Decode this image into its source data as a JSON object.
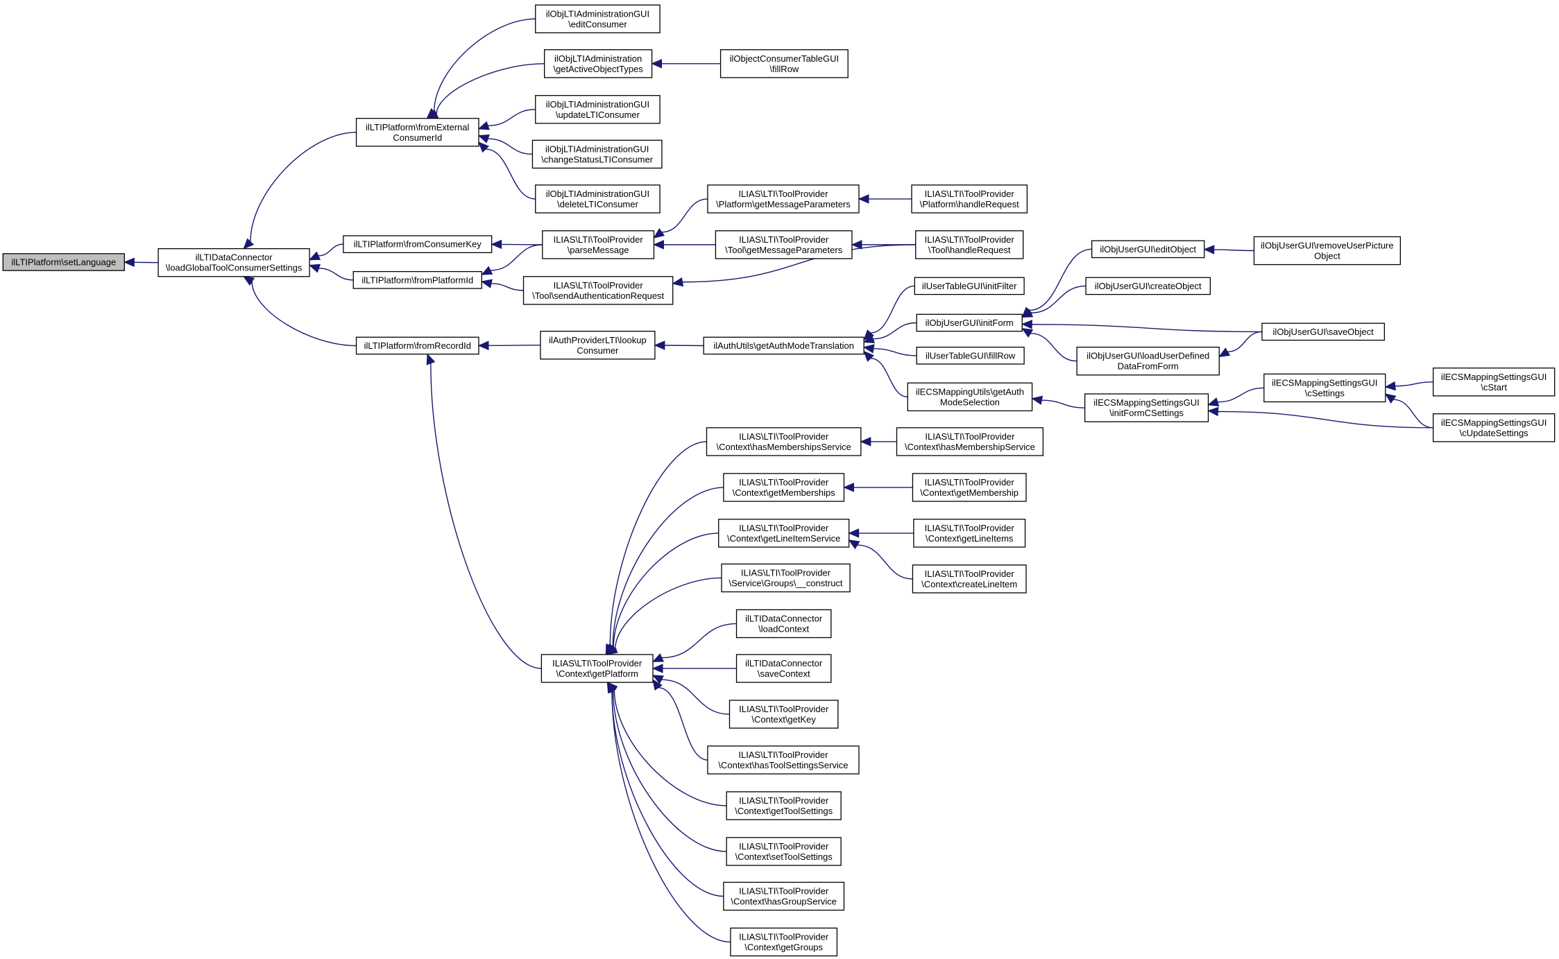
{
  "colors": {
    "edge": "#191970",
    "node_border": "#000000",
    "node_fill": "#ffffff",
    "root_fill": "#bfbfbf"
  },
  "nodes": {
    "setLanguage": {
      "lines": [
        "ilLTIPlatform\\setLanguage"
      ]
    },
    "loadGlobal": {
      "lines": [
        "ilLTIDataConnector",
        "\\loadGlobalToolConsumerSettings"
      ]
    },
    "fromExternal": {
      "lines": [
        "ilLTIPlatform\\fromExternal",
        "ConsumerId"
      ]
    },
    "fromConsumerKey": {
      "lines": [
        "ilLTIPlatform\\fromConsumerKey"
      ]
    },
    "fromPlatformId": {
      "lines": [
        "ilLTIPlatform\\fromPlatformId"
      ]
    },
    "fromRecordId": {
      "lines": [
        "ilLTIPlatform\\fromRecordId"
      ]
    },
    "editConsumer": {
      "lines": [
        "ilObjLTIAdministrationGUI",
        "\\editConsumer"
      ]
    },
    "getActiveObjectTypes": {
      "lines": [
        "ilObjLTIAdministration",
        "\\getActiveObjectTypes"
      ]
    },
    "fillRowConsumer": {
      "lines": [
        "ilObjectConsumerTableGUI",
        "\\fillRow"
      ]
    },
    "updateLTIConsumer": {
      "lines": [
        "ilObjLTIAdministrationGUI",
        "\\updateLTIConsumer"
      ]
    },
    "changeStatus": {
      "lines": [
        "ilObjLTIAdministrationGUI",
        "\\changeStatusLTIConsumer"
      ]
    },
    "deleteLTI": {
      "lines": [
        "ilObjLTIAdministrationGUI",
        "\\deleteLTIConsumer"
      ]
    },
    "parseMessage": {
      "lines": [
        "ILIAS\\LTI\\ToolProvider",
        "\\parseMessage"
      ]
    },
    "platformGetMsg": {
      "lines": [
        "ILIAS\\LTI\\ToolProvider",
        "\\Platform\\getMessageParameters"
      ]
    },
    "platformHandle": {
      "lines": [
        "ILIAS\\LTI\\ToolProvider",
        "\\Platform\\handleRequest"
      ]
    },
    "toolGetMsg": {
      "lines": [
        "ILIAS\\LTI\\ToolProvider",
        "\\Tool\\getMessageParameters"
      ]
    },
    "toolHandle": {
      "lines": [
        "ILIAS\\LTI\\ToolProvider",
        "\\Tool\\handleRequest"
      ]
    },
    "sendAuth": {
      "lines": [
        "ILIAS\\LTI\\ToolProvider",
        "\\Tool\\sendAuthenticationRequest"
      ]
    },
    "lookupConsumer": {
      "lines": [
        "ilAuthProviderLTI\\lookup",
        "Consumer"
      ]
    },
    "getAuthMode": {
      "lines": [
        "ilAuthUtils\\getAuthModeTranslation"
      ]
    },
    "initFilter": {
      "lines": [
        "ilUserTableGUI\\initFilter"
      ]
    },
    "initForm": {
      "lines": [
        "ilObjUserGUI\\initForm"
      ]
    },
    "fillRowUser": {
      "lines": [
        "ilUserTableGUI\\fillRow"
      ]
    },
    "ecsUtils": {
      "lines": [
        "ilECSMappingUtils\\getAuth",
        "ModeSelection"
      ]
    },
    "editObject": {
      "lines": [
        "ilObjUserGUI\\editObject"
      ]
    },
    "removeUserPicture": {
      "lines": [
        "ilObjUserGUI\\removeUserPicture",
        "Object"
      ]
    },
    "createObject": {
      "lines": [
        "ilObjUserGUI\\createObject"
      ]
    },
    "saveObject": {
      "lines": [
        "ilObjUserGUI\\saveObject"
      ]
    },
    "loadUserDefined": {
      "lines": [
        "ilObjUserGUI\\loadUserDefined",
        "DataFromForm"
      ]
    },
    "initFormCSettings": {
      "lines": [
        "ilECSMappingSettingsGUI",
        "\\initFormCSettings"
      ]
    },
    "cSettings": {
      "lines": [
        "ilECSMappingSettingsGUI",
        "\\cSettings"
      ]
    },
    "cStart": {
      "lines": [
        "ilECSMappingSettingsGUI",
        "\\cStart"
      ]
    },
    "cUpdateSettings": {
      "lines": [
        "ilECSMappingSettingsGUI",
        "\\cUpdateSettings"
      ]
    },
    "getPlatform": {
      "lines": [
        "ILIAS\\LTI\\ToolProvider",
        "\\Context\\getPlatform"
      ]
    },
    "hasMembershipsService": {
      "lines": [
        "ILIAS\\LTI\\ToolProvider",
        "\\Context\\hasMembershipsService"
      ]
    },
    "hasMembershipService": {
      "lines": [
        "ILIAS\\LTI\\ToolProvider",
        "\\Context\\hasMembershipService"
      ]
    },
    "getMemberships": {
      "lines": [
        "ILIAS\\LTI\\ToolProvider",
        "\\Context\\getMemberships"
      ]
    },
    "getMembership": {
      "lines": [
        "ILIAS\\LTI\\ToolProvider",
        "\\Context\\getMembership"
      ]
    },
    "getLineItemService": {
      "lines": [
        "ILIAS\\LTI\\ToolProvider",
        "\\Context\\getLineItemService"
      ]
    },
    "getLineItems": {
      "lines": [
        "ILIAS\\LTI\\ToolProvider",
        "\\Context\\getLineItems"
      ]
    },
    "createLineItem": {
      "lines": [
        "ILIAS\\LTI\\ToolProvider",
        "\\Context\\createLineItem"
      ]
    },
    "groupsConstruct": {
      "lines": [
        "ILIAS\\LTI\\ToolProvider",
        "\\Service\\Groups\\__construct"
      ]
    },
    "loadContext": {
      "lines": [
        "ilLTIDataConnector",
        "\\loadContext"
      ]
    },
    "saveContext": {
      "lines": [
        "ilLTIDataConnector",
        "\\saveContext"
      ]
    },
    "getKey": {
      "lines": [
        "ILIAS\\LTI\\ToolProvider",
        "\\Context\\getKey"
      ]
    },
    "hasToolSettingsService": {
      "lines": [
        "ILIAS\\LTI\\ToolProvider",
        "\\Context\\hasToolSettingsService"
      ]
    },
    "getToolSettings": {
      "lines": [
        "ILIAS\\LTI\\ToolProvider",
        "\\Context\\getToolSettings"
      ]
    },
    "setToolSettings": {
      "lines": [
        "ILIAS\\LTI\\ToolProvider",
        "\\Context\\setToolSettings"
      ]
    },
    "hasGroupService": {
      "lines": [
        "ILIAS\\LTI\\ToolProvider",
        "\\Context\\hasGroupService"
      ]
    },
    "getGroups": {
      "lines": [
        "ILIAS\\LTI\\ToolProvider",
        "\\Context\\getGroups"
      ]
    }
  }
}
